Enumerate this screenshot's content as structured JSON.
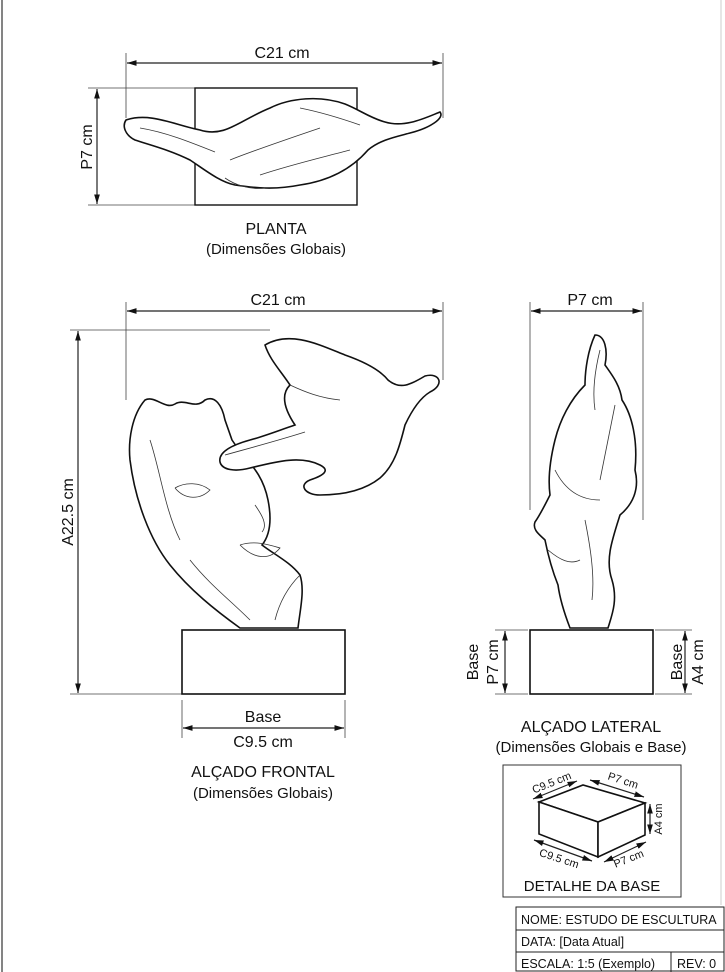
{
  "planta": {
    "width_label": "C21 cm",
    "depth_label": "P7 cm",
    "title": "PLANTA",
    "subtitle": "(Dimensões Globais)"
  },
  "frontal": {
    "width_label": "C21 cm",
    "height_label": "A22.5 cm",
    "base_label": "Base",
    "base_width_label": "C9.5 cm",
    "title": "ALÇADO FRONTAL",
    "subtitle": "(Dimensões Globais)"
  },
  "lateral": {
    "depth_label": "P7 cm",
    "base_left_label": "Base",
    "base_left_value": "P7 cm",
    "base_right_label": "Base",
    "base_right_value": "A4 cm",
    "title": "ALÇADO LATERAL",
    "subtitle": "(Dimensões Globais e Base)"
  },
  "detail": {
    "top_left": "C9.5 cm",
    "top_right": "P7 cm",
    "right": "A4 cm",
    "bottom_left": "C9.5 cm",
    "bottom_right": "P7 cm",
    "title": "DETALHE DA BASE"
  },
  "title_block": {
    "nome": "NOME: ESTUDO DE ESCULTURA",
    "data": "DATA: [Data Atual]",
    "escala": "ESCALA: 1:5 (Exemplo)",
    "rev": "REV: 0"
  }
}
